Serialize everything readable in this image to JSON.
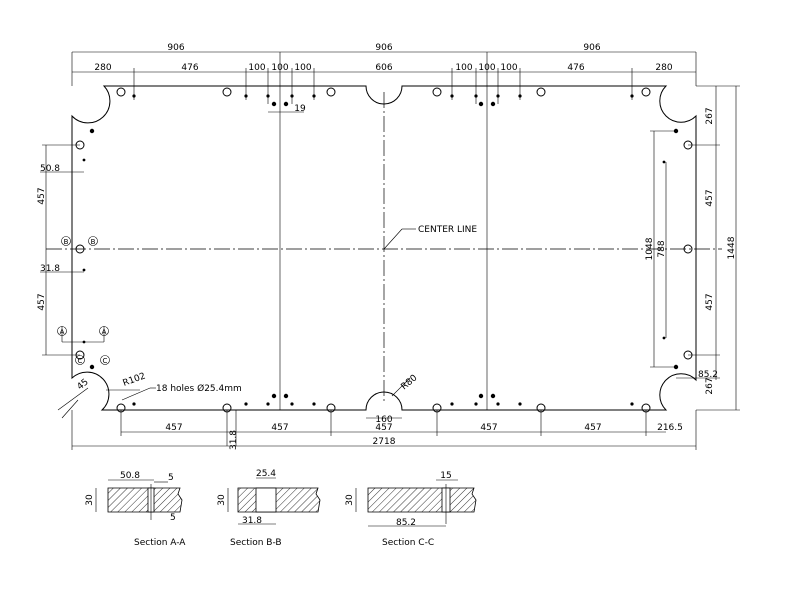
{
  "dims_top": {
    "segments_906": [
      "906",
      "906",
      "906"
    ],
    "row2": [
      "280",
      "476",
      "100",
      "100",
      "100",
      "606",
      "100",
      "100",
      "100",
      "476",
      "280"
    ],
    "offset_19": "19"
  },
  "dims_left": {
    "d_50_8": "50.8",
    "d_457_upper": "457",
    "d_31_8": "31.8",
    "d_457_lower": "457"
  },
  "dims_right": {
    "d_267": "267",
    "d_457_upper": "457",
    "d_457_lower": "457",
    "d_1048": "1048",
    "d_788": "788",
    "d_1448": "1448",
    "d_85_2": "85.2",
    "d_267_bottom": "267"
  },
  "dims_bottom": {
    "segments": [
      "457",
      "457",
      "457",
      "457",
      "457",
      "216.5"
    ],
    "d_31_8": "31.8",
    "total": "2718"
  },
  "notes": {
    "center_line": "CENTER LINE",
    "holes": "18 holes Ø25.4mm",
    "r102": "R102",
    "r80": "R80",
    "d_160": "160",
    "d_45": "45"
  },
  "markers": {
    "a": "A",
    "b": "B",
    "c": "C"
  },
  "sections": {
    "aa": {
      "title": "Section A-A",
      "d_width": "50.8",
      "d_slot": "5",
      "d_slot_bottom": "5",
      "d_height": "30"
    },
    "bb": {
      "title": "Section B-B",
      "d_width": "25.4",
      "d_bottom": "31.8",
      "d_height": "30"
    },
    "cc": {
      "title": "Section C-C",
      "d_top": "15",
      "d_bottom": "85.2",
      "d_height": "30"
    }
  }
}
